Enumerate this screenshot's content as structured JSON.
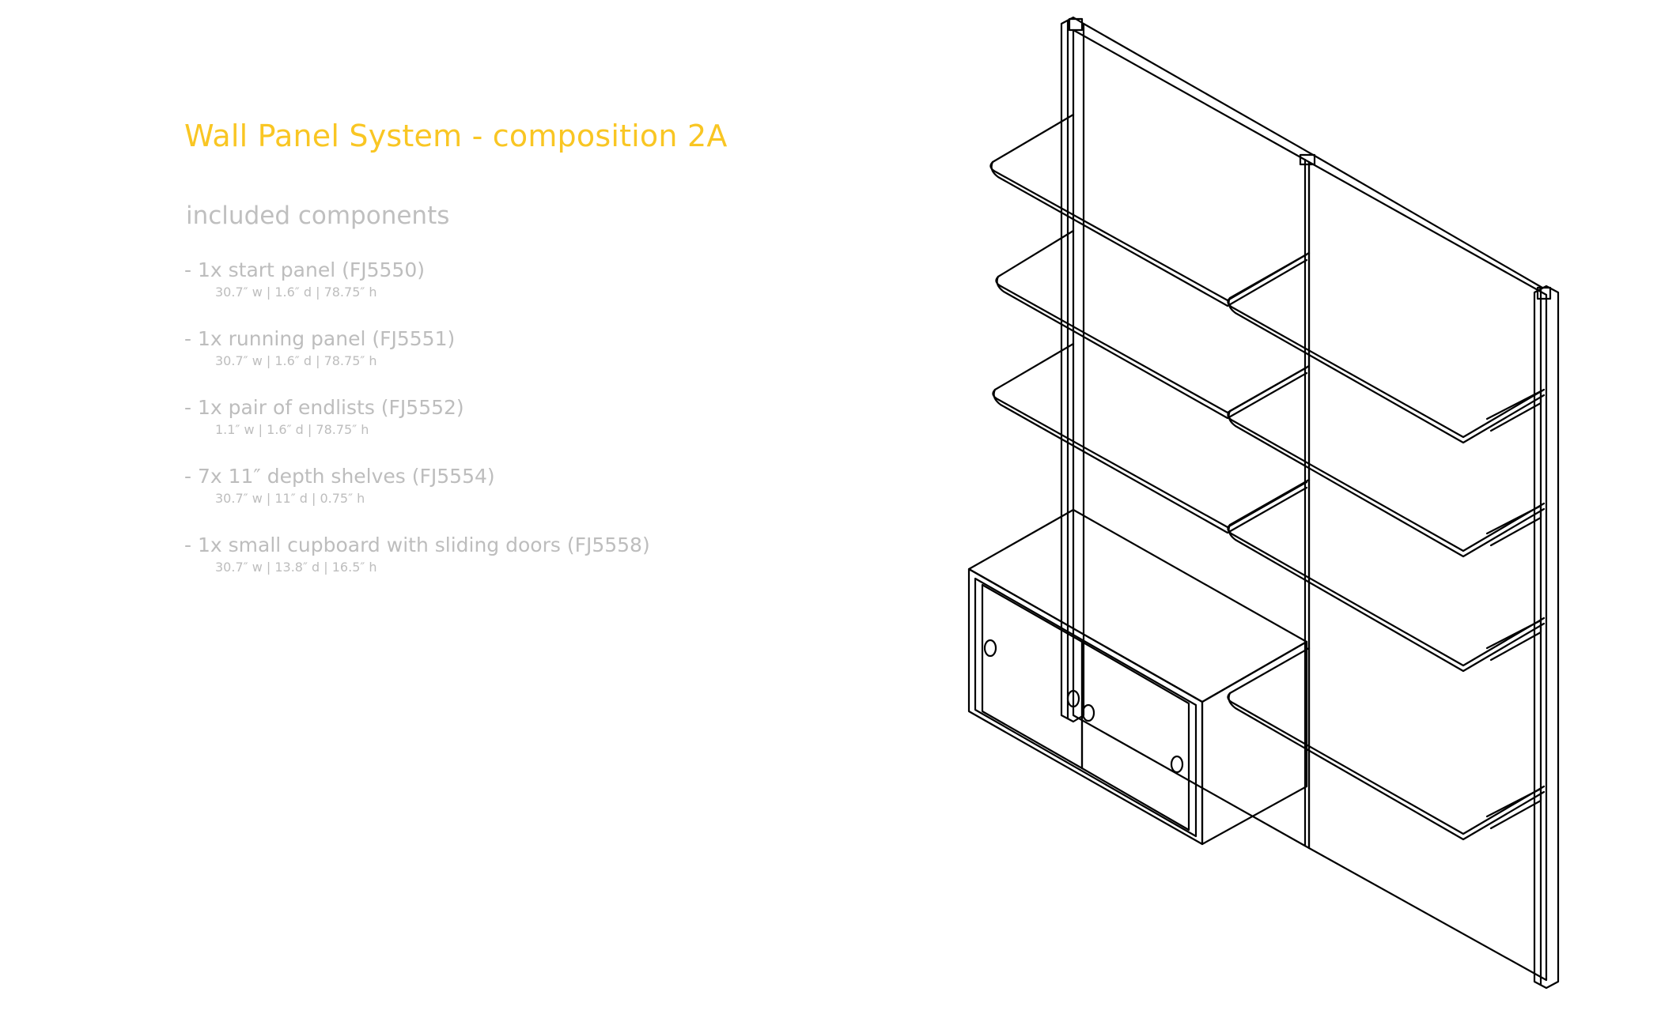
{
  "title": "Wall Panel System - composition 2A",
  "subtitle": "included components",
  "components": [
    {
      "name": "- 1x start panel (FJ5550)",
      "dims": "30.7″ w | 1.6″ d | 78.75″ h"
    },
    {
      "name": "- 1x running panel (FJ5551)",
      "dims": "30.7″ w | 1.6″ d | 78.75″ h"
    },
    {
      "name": "- 1x pair of endlists (FJ5552)",
      "dims": "1.1″ w | 1.6″ d | 78.75″ h"
    },
    {
      "name": "- 7x 11″ depth shelves (FJ5554)",
      "dims": "30.7″ w | 11″ d | 0.75″ h"
    },
    {
      "name": "- 1x small cupboard with sliding doors (FJ5558)",
      "dims": "30.7″ w | 13.8″ d | 16.5″ h"
    }
  ],
  "colors": {
    "title": "#F9C623",
    "text": "#BDBDBD",
    "line": "#000000"
  }
}
